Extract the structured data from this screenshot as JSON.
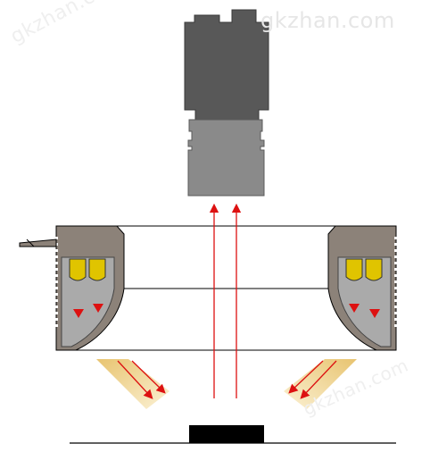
{
  "watermarks": {
    "top": "gkzhan.com",
    "left": "gkzhan.com",
    "right": "gkzhan.com"
  },
  "colors": {
    "camera_body": "#585858",
    "camera_lens": "#8a8a8a",
    "housing": "#8c8279",
    "housing_inner": "#aaaaaa",
    "led": "#e0c400",
    "arrow": "#dd1111",
    "light_beam": "#f2d99a",
    "object": "#000000",
    "line": "#000000"
  },
  "icons": [
    "camera-icon",
    "ring-light-icon",
    "led-icon",
    "light-arrow-icon",
    "target-object-icon"
  ]
}
